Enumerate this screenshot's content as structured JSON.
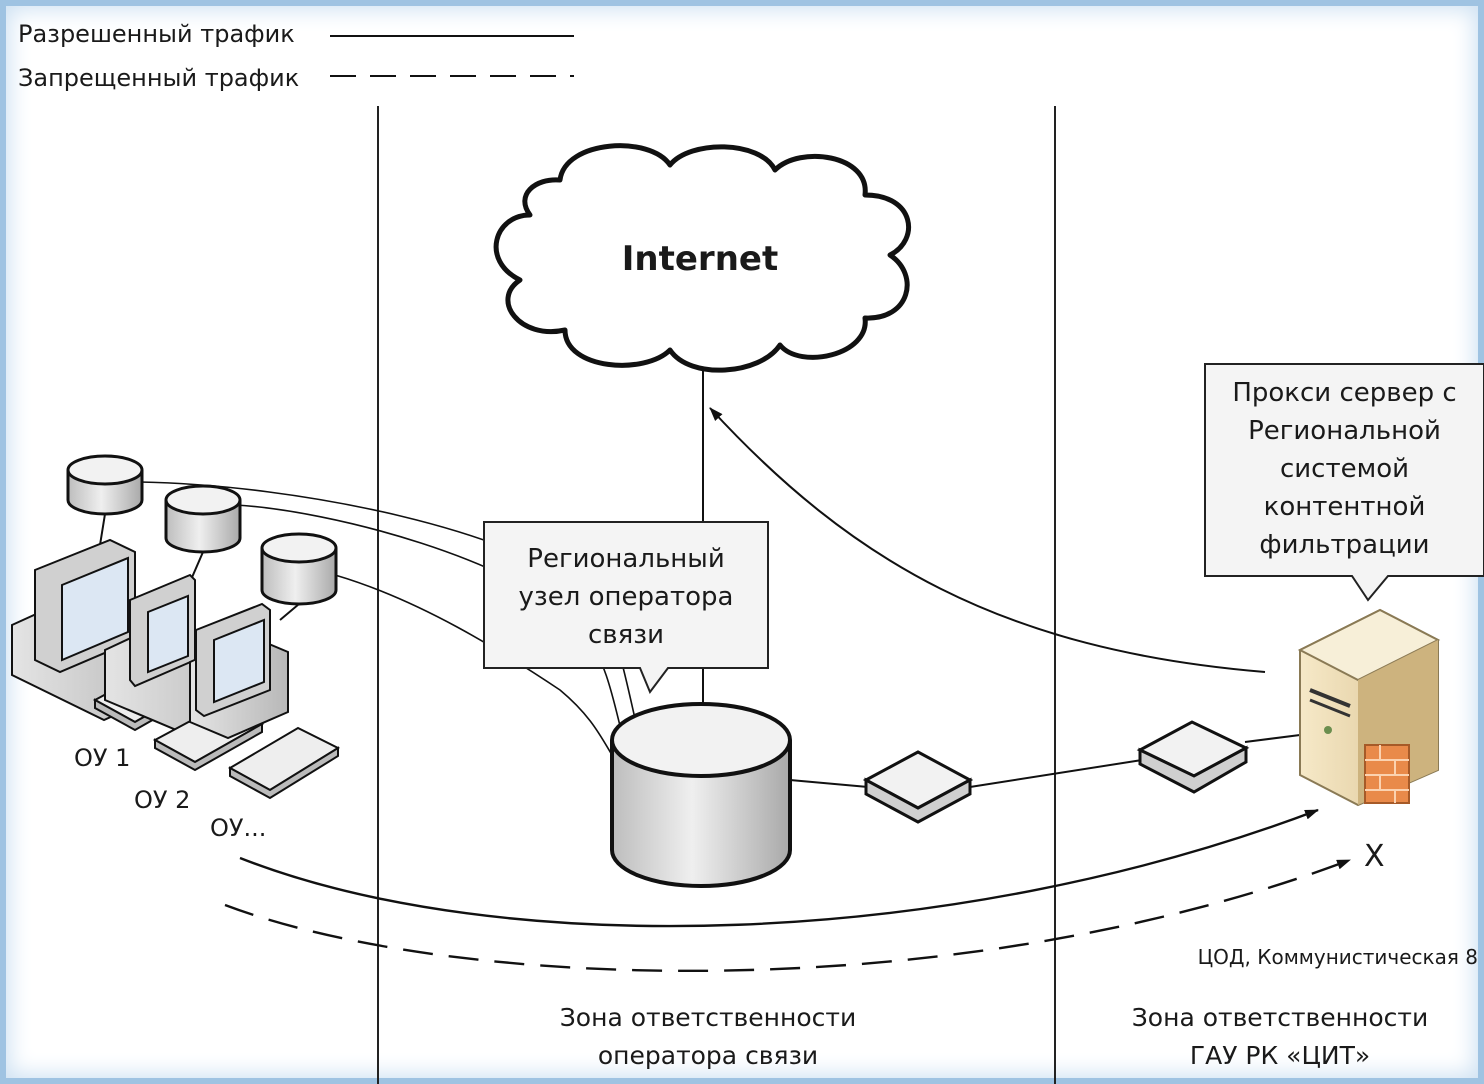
{
  "legend": {
    "allowed_label": "Разрешенный трафик",
    "denied_label": "Запрещенный трафик"
  },
  "internet": {
    "label": "Internet"
  },
  "operator_node": {
    "lines": [
      "Региональный",
      "узел оператора",
      "связи"
    ]
  },
  "proxy_box": {
    "lines": [
      "Прокси сервер с",
      "Региональной",
      "системой",
      "контентной",
      "фильтрации"
    ]
  },
  "clients": {
    "ou1": "ОУ 1",
    "ou2": "ОУ 2",
    "ou_more": "ОУ..."
  },
  "blocked_mark": "X",
  "datacenter_label": "ЦОД, Коммунистическая 8",
  "zones": {
    "operator": [
      "Зона ответственности",
      "оператора связи"
    ],
    "gau": [
      "Зона ответственности",
      "ГАУ РК «ЦИТ»"
    ]
  }
}
